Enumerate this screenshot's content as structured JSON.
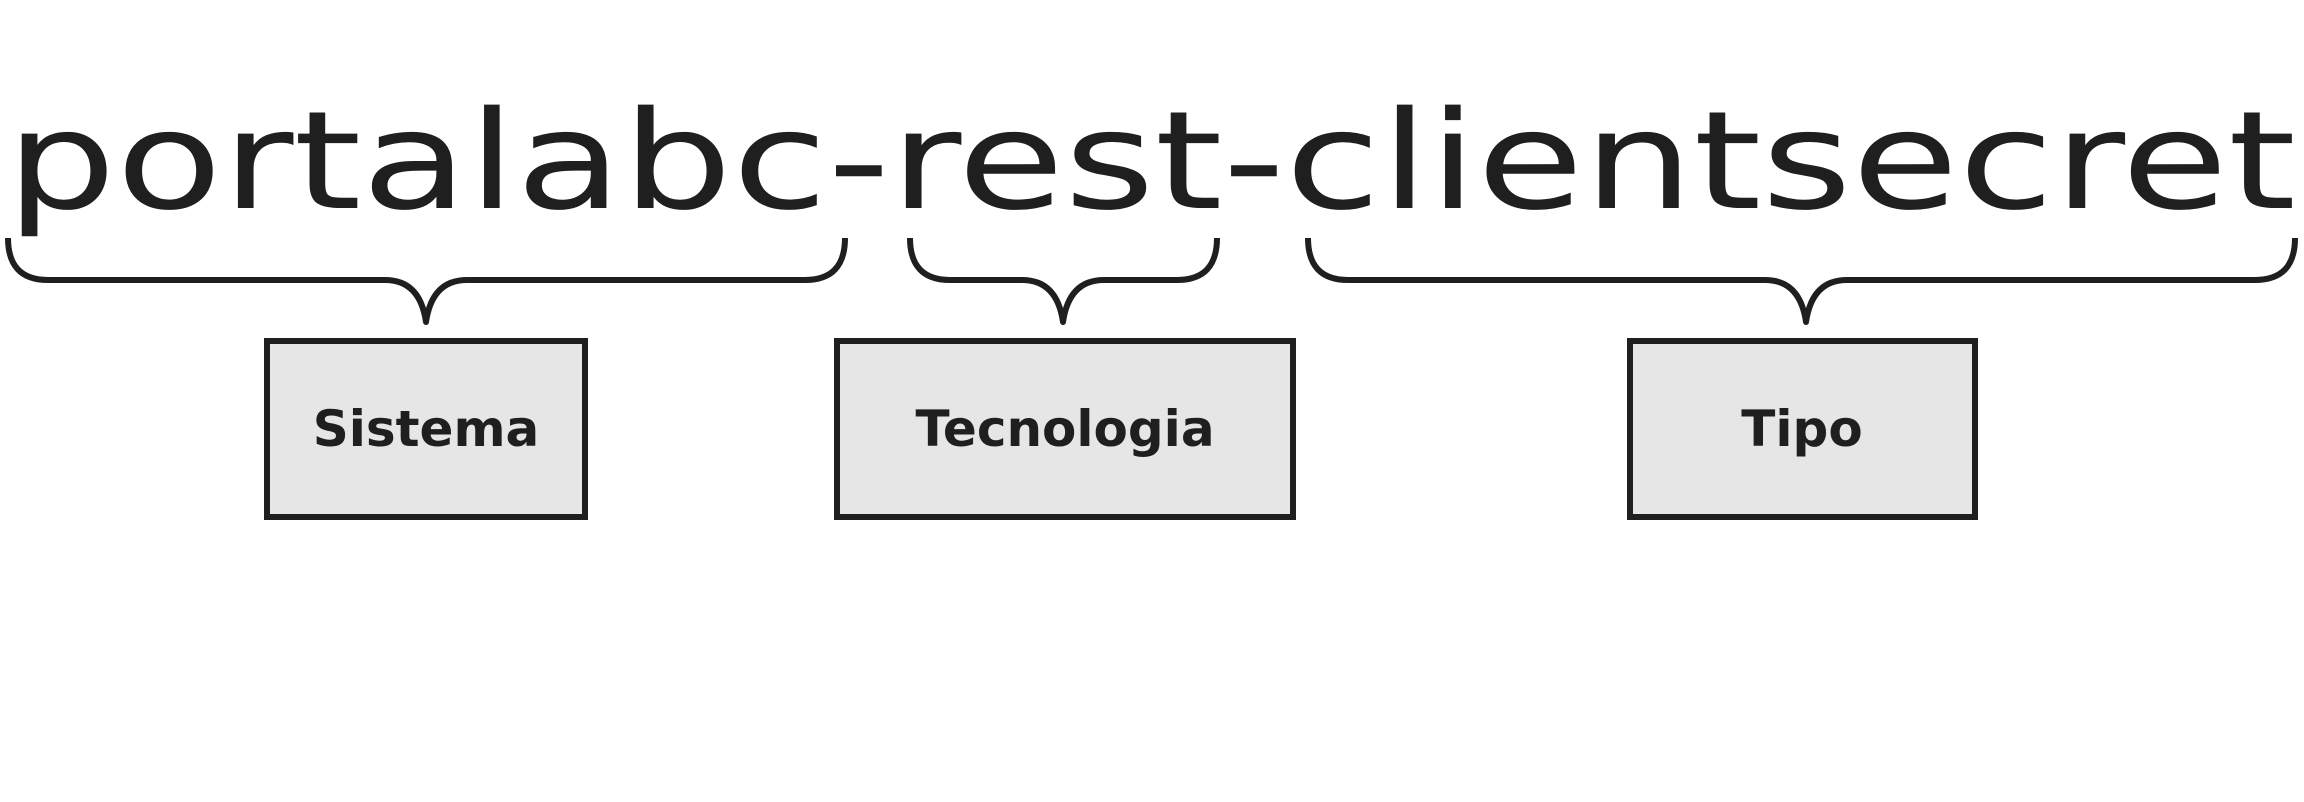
{
  "segments": {
    "system": "portalabc",
    "sep1": "-",
    "technology": "rest",
    "sep2": "-",
    "type": "clientsecret"
  },
  "labels": {
    "system": "Sistema",
    "technology": "Tecnologia",
    "type": "Tipo"
  }
}
